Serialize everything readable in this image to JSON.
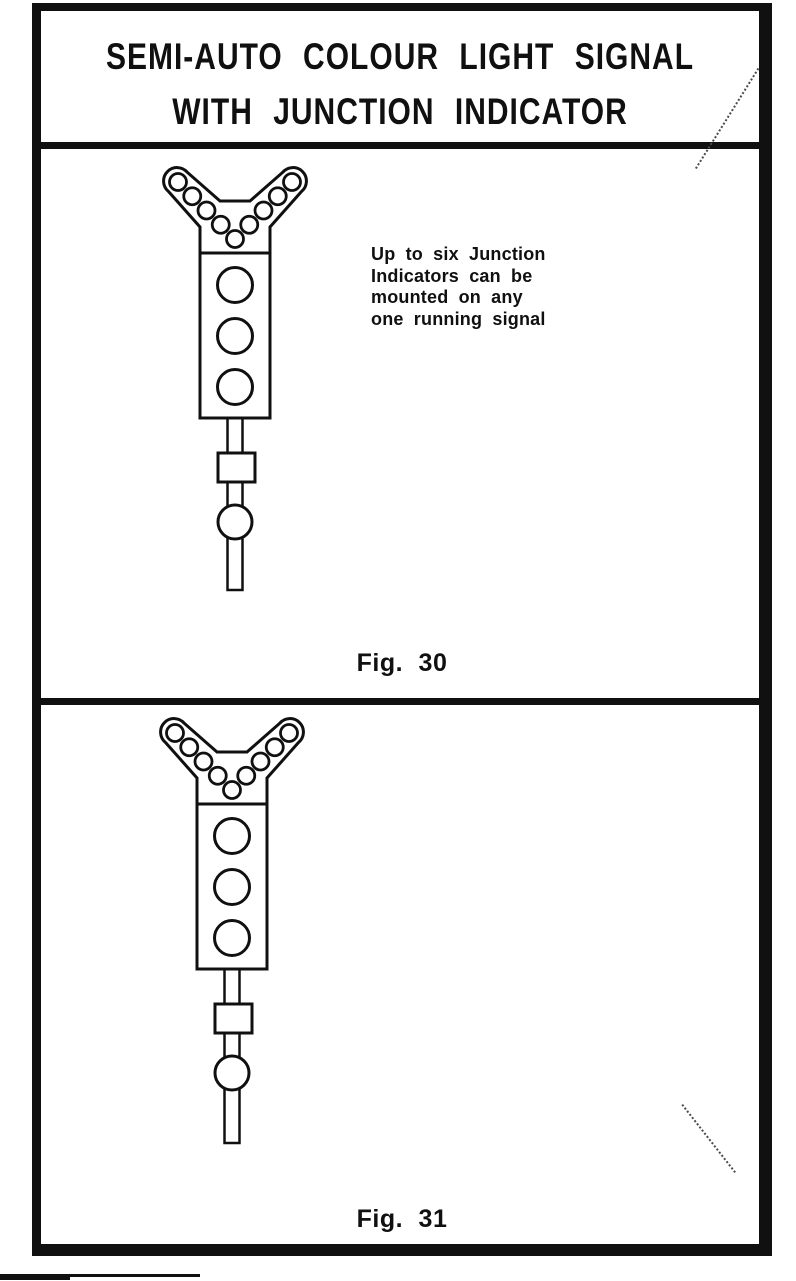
{
  "colors": {
    "ink": "#101010",
    "paper": "#ffffff",
    "scratch": "#4a4a4a"
  },
  "header": {
    "title_line1": "SEMI-AUTO COLOUR LIGHT SIGNAL",
    "title_line2": "WITH JUNCTION INDICATOR"
  },
  "figures": [
    {
      "caption": "Fig. 30",
      "annotation": {
        "lines": [
          "Up to six Junction",
          "Indicators can be",
          "mounted on any",
          "one running signal"
        ]
      },
      "signal": {
        "junction_indicator": {
          "lamps_filled_left_outer_to_inner": [
            false,
            false,
            false,
            false
          ],
          "centre_lamp_filled": false,
          "lamps_filled_right_inner_to_outer": [
            false,
            false,
            false,
            false
          ]
        },
        "head": {
          "lamps_filled_top_to_bottom": [
            true,
            false,
            false
          ]
        }
      }
    },
    {
      "caption": "Fig. 31",
      "signal": {
        "junction_indicator": {
          "lamps_filled_left_outer_to_inner": [
            false,
            false,
            false,
            false
          ],
          "centre_lamp_filled": true,
          "lamps_filled_right_inner_to_outer": [
            true,
            true,
            true,
            true
          ]
        },
        "head": {
          "lamps_filled_top_to_bottom": [
            true,
            false,
            false
          ]
        }
      }
    }
  ]
}
